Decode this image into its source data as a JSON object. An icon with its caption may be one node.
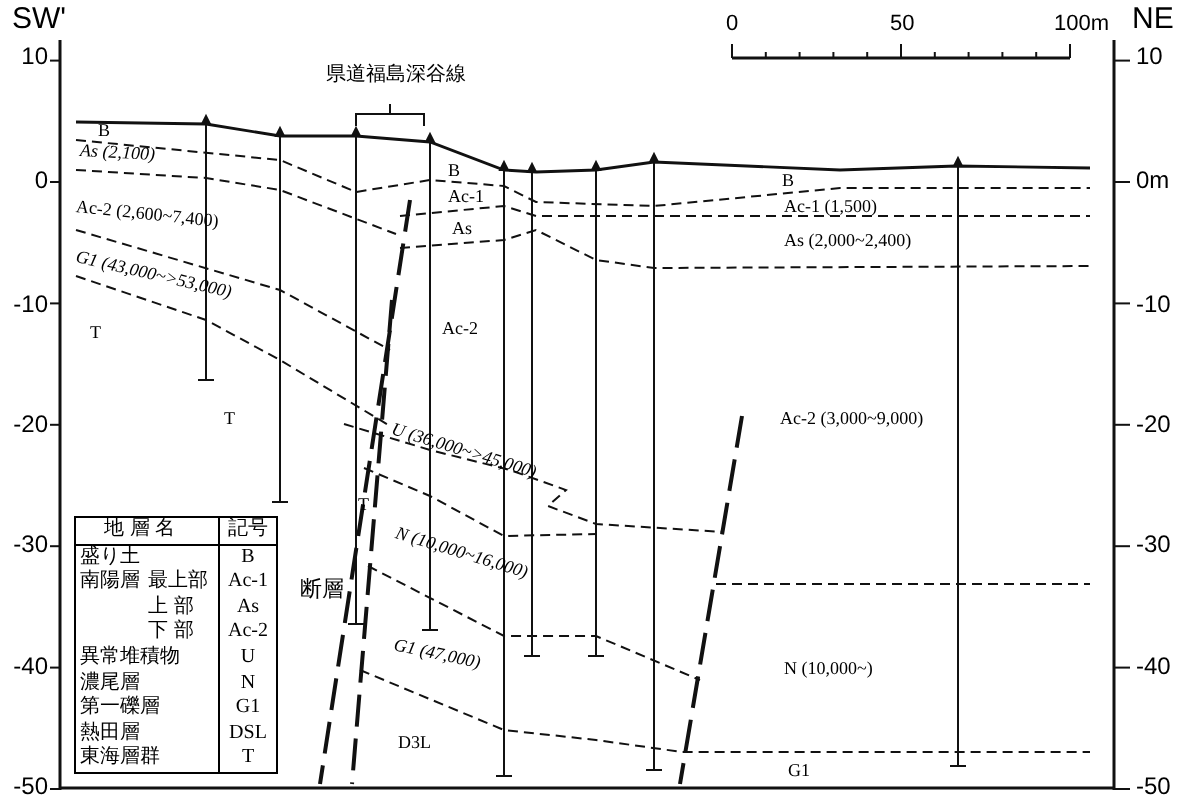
{
  "diagram": {
    "labels": [
      "SW'",
      "0",
      "50",
      "100m",
      "NE",
      "10",
      "10",
      "県道福島深谷線",
      "0",
      "0m",
      "B",
      "As (2,100)",
      "B",
      "Ac-1",
      "B",
      "Ac-1 (1,500)",
      "As",
      "Ac-2 (2,600~7,400)",
      "As (2,000~2,400)",
      "G1 (43,000~>53,000)",
      "-10",
      "-10",
      "T",
      "Ac-2",
      "T",
      "-20",
      "Ac-2 (3,000~9,000)",
      "-20",
      "U (36,000~>45,000)",
      "T",
      "-30",
      "N (10,000~16,000)",
      "-30",
      "断層",
      "-40",
      "G1 (47,000)",
      "N (10,000~)",
      "-40",
      "D3L",
      "G1",
      "-50",
      "-50",
      "地 層 名",
      "記号",
      "盛り土",
      "B",
      "南陽層",
      "最上部",
      "Ac-1",
      "上 部",
      "As",
      "下 部",
      "Ac-2",
      "異常堆積物",
      "U",
      "濃尾層",
      "N",
      "第一礫層",
      "G1",
      "熱田層",
      "DSL",
      "東海層群",
      "T"
    ]
  }
}
